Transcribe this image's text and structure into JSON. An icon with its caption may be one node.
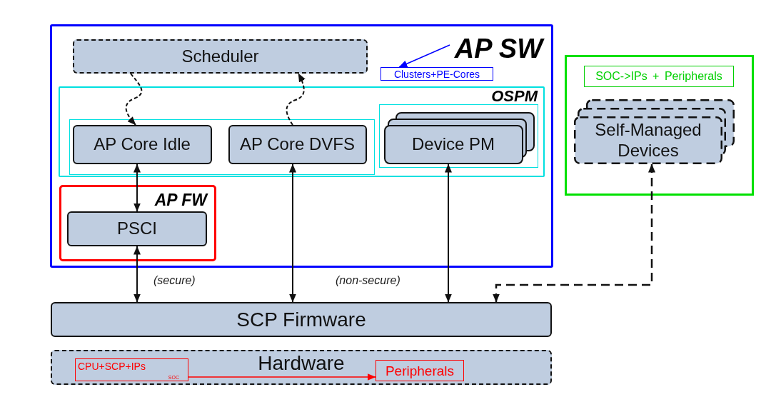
{
  "diagram": {
    "nodes": [
      {
        "text": [
          "AP SW"
        ]
      },
      {
        "text": [
          "Scheduler"
        ],
        "in": 0
      },
      {
        "text": [
          "Clusters+PE-Cores"
        ],
        "in": 0
      },
      {
        "text": [
          "OSPM"
        ],
        "in": 0
      },
      {
        "text": [],
        "shape": "box",
        "in": 3
      },
      {
        "text": [
          "AP Core Idle"
        ],
        "in": 4
      },
      {
        "text": [
          "AP Core DVFS"
        ],
        "in": 4
      },
      {
        "text": [],
        "shape": "box",
        "in": 3
      },
      {
        "text": [
          "Device PM"
        ],
        "in": 7
      },
      {
        "text": [
          "AP FW"
        ],
        "in": 0
      },
      {
        "text": [
          "PSCI"
        ],
        "in": 9
      },
      {
        "text": [],
        "shape": "box"
      },
      {
        "text": [
          "SOC->IPs + Peripherals"
        ],
        "in": 11
      },
      {
        "text": [
          "Self-Managed Devices"
        ],
        "in": 11
      },
      {
        "text": [
          "SCP Firmware"
        ]
      },
      {
        "text": [
          "Hardware"
        ]
      },
      {
        "text": [
          "CPU+SCP+IPs",
          "SOC"
        ],
        "in": 15
      },
      {
        "text": [
          "Peripherals"
        ],
        "in": 15
      }
    ],
    "edges": [
      {
        "from": 0,
        "to": 2,
        "arrow": "to",
        "color": "#0000ff"
      },
      {
        "from": 1,
        "to": 5,
        "arrow": "to",
        "style": "dashed"
      },
      {
        "from": 6,
        "to": 1,
        "arrow": "to",
        "style": "dashed"
      },
      {
        "from": 5,
        "to": 10,
        "arrow": "both"
      },
      {
        "from": 10,
        "to": 14,
        "arrow": "both"
      },
      {
        "from": 6,
        "to": 14,
        "arrow": "both"
      },
      {
        "from": 8,
        "to": 14,
        "arrow": "both"
      },
      {
        "from": 13,
        "to": 14,
        "arrow": "both",
        "style": "dashed"
      },
      {
        "from": 16,
        "to": 17,
        "arrow": "to",
        "color": "#ff0000"
      }
    ],
    "labels": [
      "(secure)",
      "(non-secure)"
    ]
  }
}
